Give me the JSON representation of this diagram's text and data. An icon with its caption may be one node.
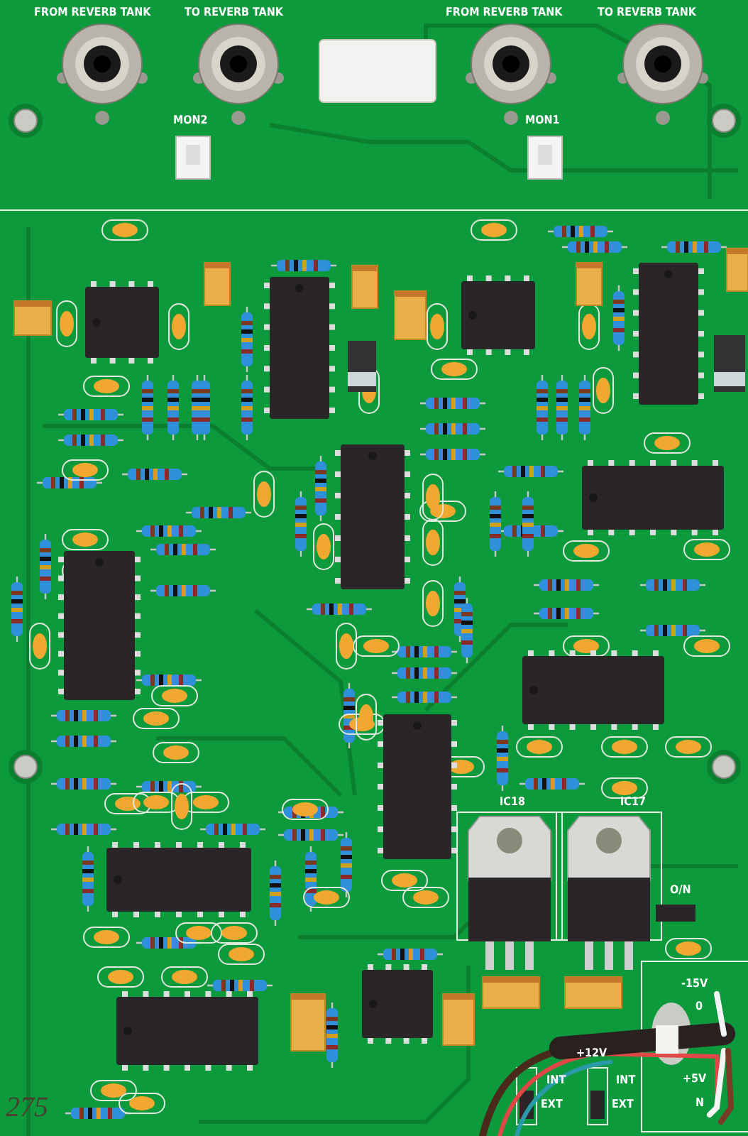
{
  "diagram": {
    "labels": [
      "FROM REVERB TANK",
      "TO REVERB TANK",
      "FROM REVERB TANK",
      "TO REVERB TANK",
      "MON2",
      "MON1",
      "IC18",
      "IC17",
      "O/N",
      "-15V",
      "0",
      "+12V",
      "INT",
      "EXT",
      "INT",
      "EXT",
      "+5V",
      "N",
      "275"
    ]
  }
}
